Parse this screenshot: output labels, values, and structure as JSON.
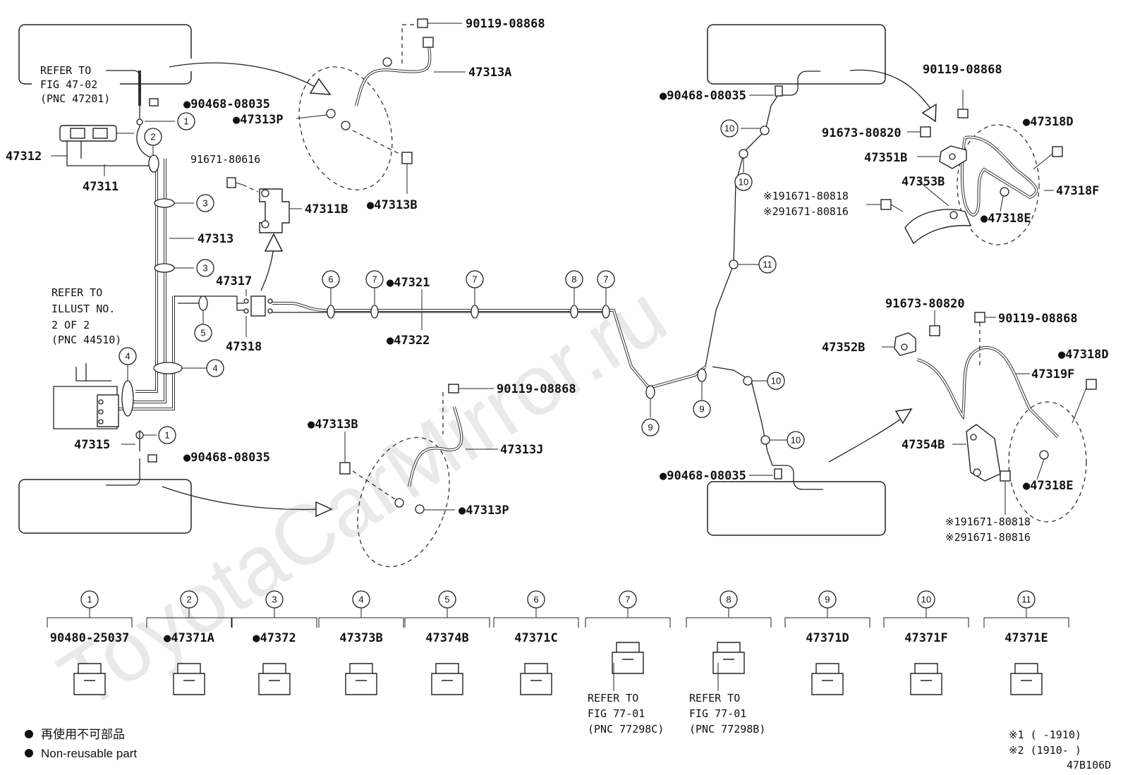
{
  "figure_code": "47B106D",
  "watermark": "ToyotaCarMirror.ru",
  "refer_notes": {
    "fig_47_02": [
      "REFER TO",
      "FIG 47-02",
      "(PNC 47201)"
    ],
    "illust_2_of_2": [
      "REFER TO",
      "ILLUST NO.",
      "2 OF 2",
      "(PNC 44510)"
    ],
    "fig_77_01_c": [
      "REFER TO",
      "FIG 77-01",
      "(PNC 77298C)"
    ],
    "fig_77_01_b": [
      "REFER TO",
      "FIG 77-01",
      "(PNC 77298B)"
    ]
  },
  "callouts": {
    "p90119_a": "90119-08868",
    "p47313a": "47313A",
    "p90468_a": "●90468-08035",
    "p47313p_a": "●47313P",
    "p47312": "47312",
    "p47311": "47311",
    "p91671_80616": "91671-80616",
    "p47311b": "47311B",
    "p47313b_a": "●47313B",
    "p47313": "47313",
    "p47317": "47317",
    "p47318": "47318",
    "p47321": "●47321",
    "p47322": "●47322",
    "p47315": "47315",
    "p90468_b": "●90468-08035",
    "p90119_b": "90119-08868",
    "p47313b_b": "●47313B",
    "p47313j": "47313J",
    "p47313p_b": "●47313P",
    "p90468_c": "●90468-08035",
    "p90119_c": "90119-08868",
    "p91673_a": "91673-80820",
    "p47351b": "47351B",
    "p47353b": "47353B",
    "p91671_80818_a": "※191671-80818",
    "p91671_80816_a": "※291671-80816",
    "p47318d_a": "●47318D",
    "p47318f": "47318F",
    "p47318e_a": "●47318E",
    "p90468_d": "●90468-08035",
    "p91673_b": "91673-80820",
    "p90119_d": "90119-08868",
    "p47352b": "47352B",
    "p47318d_b": "●47318D",
    "p47319f": "47319F",
    "p47354b": "47354B",
    "p47318e_b": "●47318E",
    "p91671_80818_b": "※191671-80818",
    "p91671_80816_b": "※291671-80816"
  },
  "clip_numbers": [
    "1",
    "2",
    "3",
    "4",
    "5",
    "6",
    "7",
    "8",
    "9",
    "10",
    "11"
  ],
  "clip_table": [
    {
      "num": "1",
      "part": "90480-25037"
    },
    {
      "num": "2",
      "part": "●47371A"
    },
    {
      "num": "3",
      "part": "●47372"
    },
    {
      "num": "4",
      "part": "47373B"
    },
    {
      "num": "5",
      "part": "47374B"
    },
    {
      "num": "6",
      "part": "47371C"
    },
    {
      "num": "7",
      "part": ""
    },
    {
      "num": "8",
      "part": ""
    },
    {
      "num": "9",
      "part": "47371D"
    },
    {
      "num": "10",
      "part": "47371F"
    },
    {
      "num": "11",
      "part": "47371E"
    }
  ],
  "legend": {
    "ja": "再使用不可部品",
    "en": "Non-reusable part",
    "bullet": "●"
  },
  "date_notes": {
    "n1": "※1 (      -1910)",
    "n2": "※2 (1910-      )"
  }
}
